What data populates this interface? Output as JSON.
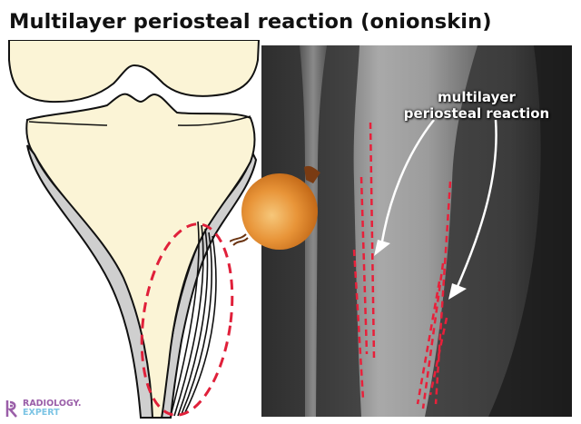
{
  "title": "Multilayer periosteal reaction (onionskin)",
  "illustration": {
    "description": "Knee joint diagram: femur and tibia with cortical layers and lamellated periosteal reaction circled by red dashed ellipse",
    "bone_fill": "#fbf4d6",
    "cortex_fill": "#cfcfcf",
    "outline": "#111111",
    "highlight": "#e0203a"
  },
  "xray": {
    "label_line1": "multilayer",
    "label_line2": "periosteal reaction",
    "arrow_count": 2,
    "dash_color": "#e8203a"
  },
  "onion": {
    "icon": "onion-icon"
  },
  "logo": {
    "line1": "RADIOLOGY.",
    "line2": "EXPERT",
    "color1": "#9a5ea8",
    "color2": "#7cc4e4"
  }
}
